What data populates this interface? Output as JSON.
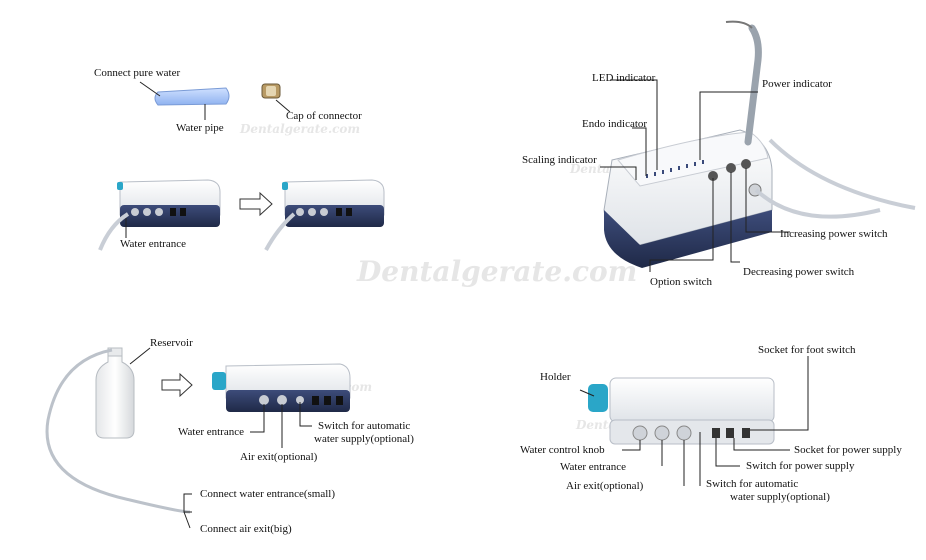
{
  "watermark": "Dentalgerate.com",
  "panel1": {
    "connect_pure_water": "Connect pure water",
    "water_pipe": "Water pipe",
    "cap_of_connector": "Cap of  connector",
    "water_entrance": "Water entrance"
  },
  "panel2": {
    "led_indicator": "LED indicator",
    "power_indicator": "Power indicator",
    "endo_indicator": "Endo indicator",
    "scaling_indicator": "Scaling indicator",
    "increasing_power_switch": "Increasing  power switch",
    "decreasing_power_switch": "Decreasing power switch",
    "option_switch": "Option switch"
  },
  "panel3": {
    "reservoir": "Reservoir",
    "water_entrance": "Water entrance",
    "switch_automatic_1": "Switch for automatic",
    "switch_automatic_2": "water supply(optional)",
    "air_exit": "Air exit(optional)",
    "connect_water_entrance": "Connect water entrance(small)",
    "connect_air_exit": "Connect  air exit(big)"
  },
  "panel4": {
    "holder": "Holder",
    "socket_foot_switch": "Socket  for foot  switch",
    "water_control_knob": "Water control knob",
    "water_entrance": "Water entrance",
    "air_exit": "Air exit(optional)",
    "socket_power_supply": "Socket for power supply",
    "switch_power_supply": "Switch for power supply",
    "switch_automatic_1": "Switch for automatic",
    "switch_automatic_2": "water supply(optional)"
  },
  "colors": {
    "device_body": "#f2f4f6",
    "device_base": "#2f3d66",
    "reservoir_cyan": "#2aa6c8",
    "leader_line": "#222222"
  }
}
